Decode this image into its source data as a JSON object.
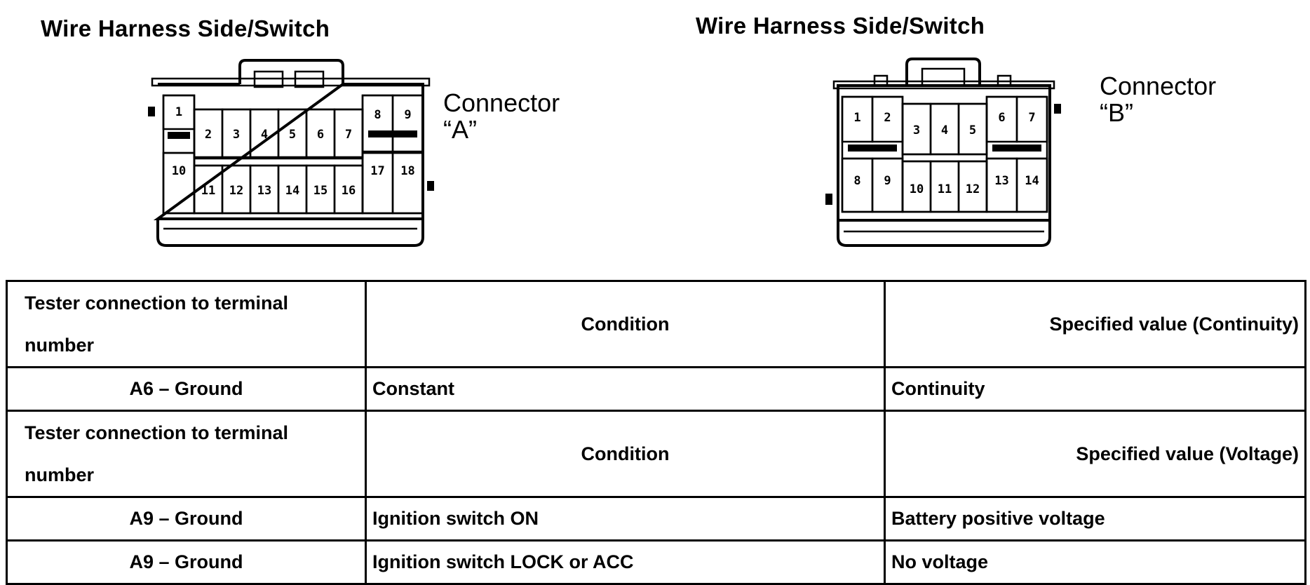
{
  "connector_a": {
    "title": "Wire Harness Side/Switch",
    "label_line1": "Connector",
    "label_line2": "“A”",
    "terminals_top": [
      "1",
      "2",
      "3",
      "4",
      "5",
      "6",
      "7",
      "8",
      "9"
    ],
    "terminals_bottom": [
      "10",
      "11",
      "12",
      "13",
      "14",
      "15",
      "16",
      "17",
      "18"
    ]
  },
  "connector_b": {
    "title": "Wire Harness Side/Switch",
    "label_line1": "Connector",
    "label_line2": "“B”",
    "terminals_top": [
      "1",
      "2",
      "3",
      "4",
      "5",
      "6",
      "7"
    ],
    "terminals_bottom": [
      "8",
      "9",
      "10",
      "11",
      "12",
      "13",
      "14"
    ]
  },
  "table": {
    "continuity_header": {
      "tester": "Tester connection to terminal number",
      "condition": "Condition",
      "specified": "Specified value (Continuity)"
    },
    "continuity_rows": [
      {
        "terminal": "A6 – Ground",
        "condition": "Constant",
        "value": "Continuity"
      }
    ],
    "voltage_header": {
      "tester": "Tester connection to terminal number",
      "condition": "Condition",
      "specified": "Specified value (Voltage)"
    },
    "voltage_rows": [
      {
        "terminal": "A9 – Ground",
        "condition": "Ignition switch ON",
        "value": "Battery positive voltage"
      },
      {
        "terminal": "A9 – Ground",
        "condition": "Ignition switch LOCK or ACC",
        "value": "No voltage"
      }
    ]
  }
}
